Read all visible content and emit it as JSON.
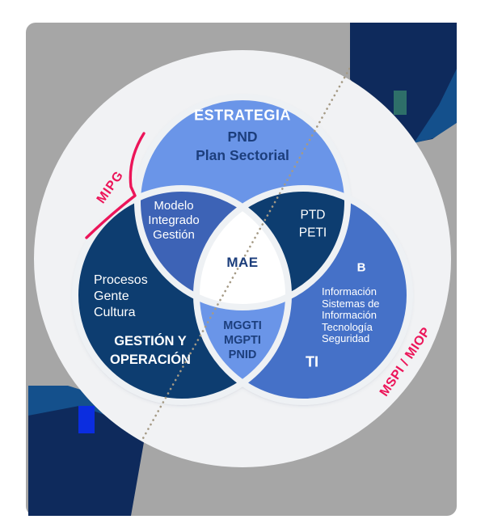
{
  "diagram": {
    "center": {
      "label": "MAE"
    },
    "estrategia": {
      "title": "ESTRATEGIA",
      "lines": [
        "PND",
        "Plan Sectorial"
      ]
    },
    "gestion": {
      "lines": [
        "Procesos",
        "Gente",
        "Cultura"
      ],
      "title_lines": [
        "GESTIÓN Y",
        "OPERACIÓN"
      ]
    },
    "ti": {
      "badge": "B",
      "lines": [
        "Información",
        "Sistemas de",
        "Información",
        "Tecnología",
        "Seguridad"
      ],
      "title": "TI"
    },
    "overlap_estrategia_gestion": {
      "lines": [
        "Modelo",
        "Integrado",
        "Gestión"
      ]
    },
    "overlap_estrategia_ti": {
      "lines": [
        "PTD",
        "PETI"
      ]
    },
    "overlap_gestion_ti": {
      "lines": [
        "MGGTI",
        "MGPTI",
        "PNID"
      ]
    },
    "annotation_left": {
      "label": "MIPG"
    },
    "annotation_right": {
      "label": "MSPI / MIOP"
    }
  },
  "colors": {
    "slide_background": "#a6a6a6",
    "outer_ring": "#f1f2f4",
    "seam": "#eef1f4",
    "light_blue": "#6b95e8",
    "medium_blue": "#4571c8",
    "overlap_blue": "#3c64b6",
    "dark_navy": "#113d70",
    "navy_text": "#1c3e7c",
    "accent_pink": "#ec1559",
    "dotted_line": "#a59a85",
    "corner_navy": "#0e2a5c",
    "corner_steel": "#14508c",
    "corner_teal": "#2e6f69",
    "corner_bright_blue": "#0b2de0"
  }
}
